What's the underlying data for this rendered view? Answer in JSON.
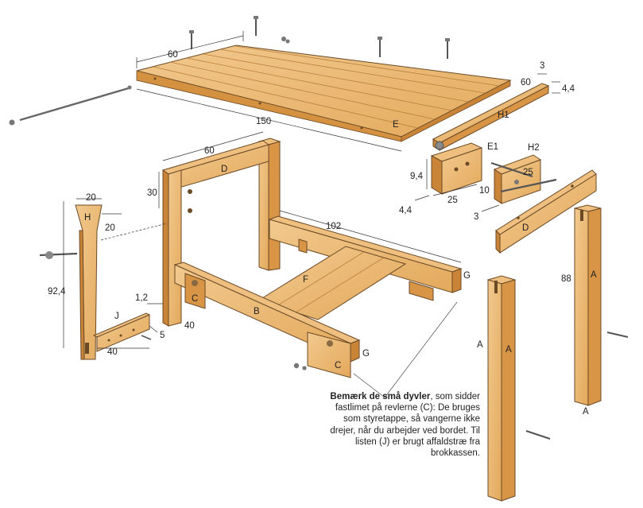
{
  "note": {
    "lead": "Bemærk de små dyvler",
    "rest": ", som sidder fastlimet på revlerne (C): De bruges som styretappe, så vangerne ikke drejer, når du arbejder ved bordet. Til listen (J) er brugt affaldstræ fra brokkassen."
  },
  "parts": {
    "E": "E",
    "E1": "E1",
    "H1": "H1",
    "H2": "H2",
    "D": "D",
    "D2": "D",
    "H": "H",
    "J": "J",
    "C1": "C",
    "C2": "C",
    "B": "B",
    "F": "F",
    "G1": "G",
    "G2": "G",
    "A1": "A",
    "A2": "A",
    "A3": "A",
    "A4": "A"
  },
  "dims": {
    "top_depth": "60",
    "top_length": "150",
    "h1_len": "60",
    "h1_thick": "3",
    "h1_height": "4,4",
    "e1_height": "9,4",
    "e1_thick": "4,4",
    "e1_width": "25",
    "h2_width": "25",
    "h2_depth": "10",
    "h2_thick": "3",
    "d_width": "60",
    "d_height": "30",
    "h_top": "20",
    "h_neck": "20",
    "h_height": "92,4",
    "j_thick": "1,2",
    "j_len": "40",
    "j_end": "5",
    "c_len": "40",
    "b_len": "102",
    "a_height": "88"
  }
}
